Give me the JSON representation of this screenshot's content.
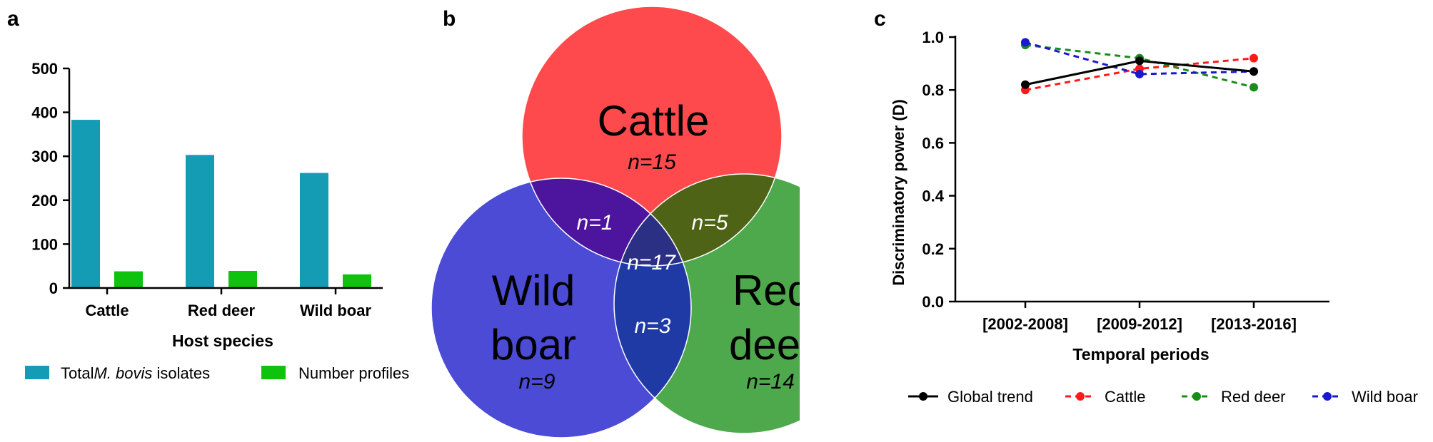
{
  "panels": {
    "a": {
      "letter": "a",
      "chart_data": {
        "type": "bar",
        "categories": [
          "Cattle",
          "Red deer",
          "Wild boar"
        ],
        "series": [
          {
            "name": "Total M. bovis isolates",
            "values": [
              383,
              303,
              262
            ],
            "color": "#149cb4"
          },
          {
            "name": "Number profiles",
            "values": [
              38,
              39,
              31
            ],
            "color": "#0ec20e"
          }
        ],
        "xlabel": "Host species",
        "ylabel": "",
        "ylim": [
          0,
          500
        ],
        "yticks": [
          "0",
          "100",
          "200",
          "300",
          "400",
          "500"
        ],
        "legend_position": "bottom"
      },
      "legend": {
        "item1_prefix": "Total",
        "item1_italic": "M. bovis",
        "item1_suffix": " isolates",
        "item2": "Number profiles"
      }
    },
    "b": {
      "letter": "b",
      "chart_data": {
        "type": "venn",
        "sets": [
          {
            "name": "Cattle",
            "count_label": "n=15",
            "color": "#ff4a4d"
          },
          {
            "name": "Wild boar",
            "name_lines": [
              "Wild",
              "boar"
            ],
            "count_label": "n=9",
            "color": "#4b4bd6"
          },
          {
            "name": "Red deer",
            "name_lines": [
              "Red",
              "deer"
            ],
            "count_label": "n=14",
            "color": "#4ea84c"
          }
        ],
        "intersections": [
          {
            "sets": [
              "Cattle",
              "Wild boar"
            ],
            "label": "n=1",
            "color": "#4d149e"
          },
          {
            "sets": [
              "Cattle",
              "Red deer"
            ],
            "label": "n=5",
            "color": "#4e6316"
          },
          {
            "sets": [
              "Wild boar",
              "Red deer"
            ],
            "label": "n=3",
            "color": "#1f3aa4"
          },
          {
            "sets": [
              "Cattle",
              "Wild boar",
              "Red deer"
            ],
            "label": "n=17",
            "color": "#2b3084"
          }
        ]
      }
    },
    "c": {
      "letter": "c",
      "chart_data": {
        "type": "line",
        "categories": [
          "[2002-2008]",
          "[2009-2012]",
          "[2013-2016]"
        ],
        "series": [
          {
            "name": "Global trend",
            "values": [
              0.82,
              0.91,
              0.87
            ],
            "color": "#000000",
            "dashed": false
          },
          {
            "name": "Cattle",
            "values": [
              0.8,
              0.88,
              0.92
            ],
            "color": "#ff1a1a",
            "dashed": true
          },
          {
            "name": "Red deer",
            "values": [
              0.97,
              0.92,
              0.81
            ],
            "color": "#1a8c1a",
            "dashed": true
          },
          {
            "name": "Wild boar",
            "values": [
              0.98,
              0.86,
              0.87
            ],
            "color": "#1a1acc",
            "dashed": true
          }
        ],
        "xlabel": "Temporal periods",
        "ylabel": "Discriminatory power (D)",
        "ylim": [
          0,
          1.0
        ],
        "yticks": [
          "0.0",
          "0.2",
          "0.4",
          "0.6",
          "0.8",
          "1.0"
        ],
        "legend_position": "bottom"
      }
    }
  }
}
